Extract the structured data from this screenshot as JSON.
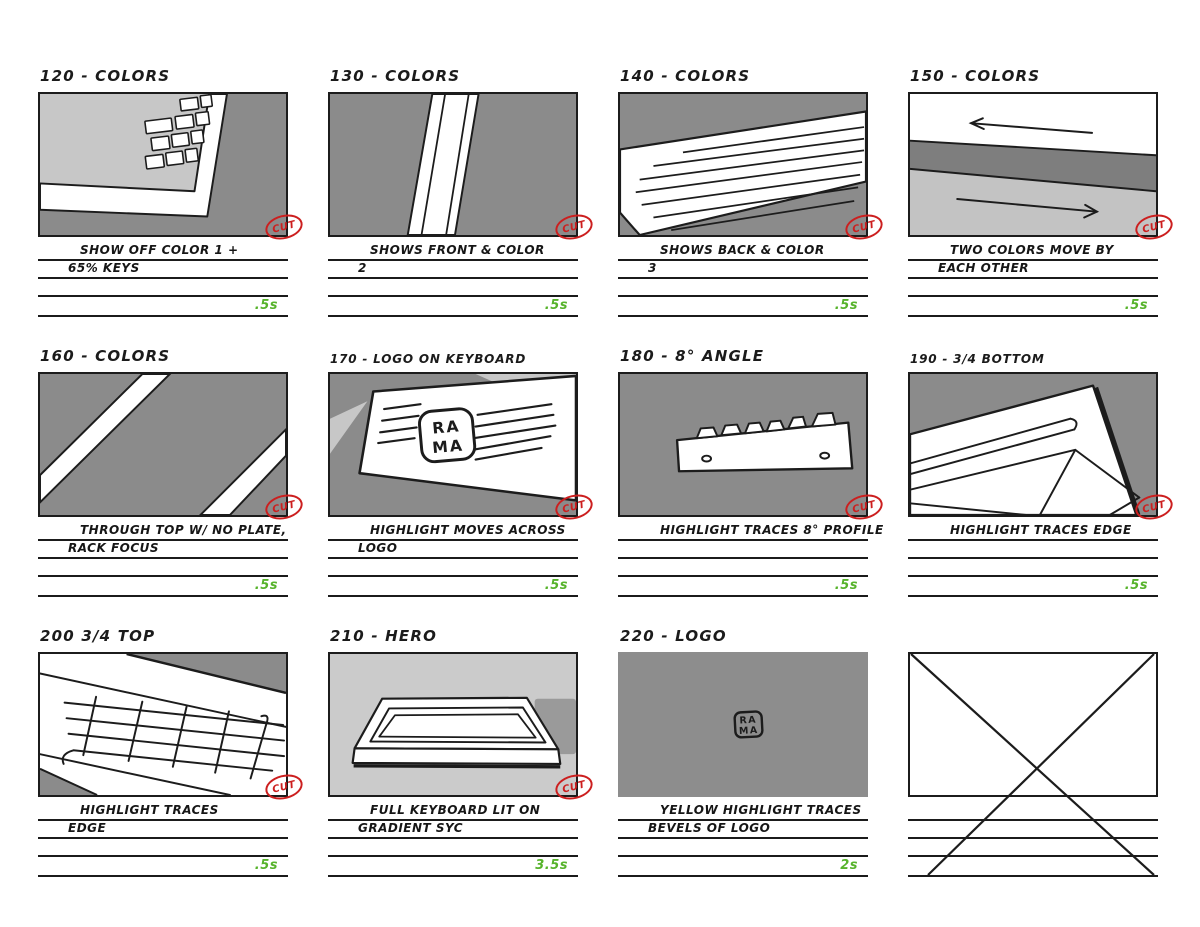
{
  "cut_label": "CUT",
  "logo": {
    "line1": "RA",
    "line2": "MA"
  },
  "colors": {
    "ink": "#1c1c1c",
    "paper": "#ffffff",
    "gray_dark": "#8b8b8b",
    "gray_mid": "#7e7e7e",
    "gray_light": "#c7c7c7",
    "hero_bg": "#cbcbcb",
    "shadow_gray": "#9a9a9a",
    "stamp_red": "#cc1f1f",
    "duration_green": "#56b32b"
  },
  "panels": [
    {
      "title": "120  - COLORS",
      "caption1": "SHOW OFF COLOR 1 +",
      "caption2": "65% KEYS",
      "duration": ".5s",
      "cut": true,
      "sketch": "keyboard-corner-keys"
    },
    {
      "title": "130  -  COLORS",
      "caption1": "SHOWS FRONT & COLOR",
      "caption2": "2",
      "duration": ".5s",
      "cut": true,
      "sketch": "front-edge-stripe"
    },
    {
      "title": "140 - COLORS",
      "caption1": "SHOWS BACK & COLOR",
      "caption2": "3",
      "duration": ".5s",
      "cut": true,
      "sketch": "back-diagonal-lines"
    },
    {
      "title": "150  - COLORS",
      "caption1": "TWO COLORS MOVE BY",
      "caption2": "EACH OTHER",
      "duration": ".5s",
      "cut": true,
      "sketch": "two-bands-arrows"
    },
    {
      "title": "160   - COLORS",
      "caption1": "THROUGH TOP  W/ NO PLATE,",
      "caption2": "RACK FOCUS",
      "duration": ".5s",
      "cut": true,
      "sketch": "two-diagonal-stripes"
    },
    {
      "title": "170 - LOGO ON KEYBOARD",
      "caption1": "HIGHLIGHT MOVES ACROSS",
      "caption2": "LOGO",
      "duration": ".5s",
      "cut": true,
      "sketch": "rama-logo-plate"
    },
    {
      "title": "180 - 8° ANGLE",
      "caption1": "HIGHLIGHT TRACES 8° PROFILE",
      "caption2": "",
      "duration": ".5s",
      "cut": true,
      "sketch": "side-profile-8deg"
    },
    {
      "title": "190 - 3/4 BOTTOM",
      "caption1": "HIGHLIGHT TRACES EDGE",
      "caption2": "",
      "duration": ".5s",
      "cut": true,
      "sketch": "three-quarter-bottom"
    },
    {
      "title": "200 3/4 TOP",
      "caption1": "HIGHLIGHT TRACES",
      "caption2": "EDGE",
      "duration": ".5s",
      "cut": true,
      "sketch": "three-quarter-top-grid"
    },
    {
      "title": "210 - HERO",
      "caption1": "FULL KEYBOARD LIT ON",
      "caption2": "GRADIENT SYC",
      "duration": "3.5s",
      "cut": true,
      "sketch": "hero-tray"
    },
    {
      "title": "220 - LOGO",
      "caption1": "YELLOW HIGHLIGHT TRACES",
      "caption2": "BEVELS OF LOGO",
      "duration": "2s",
      "cut": false,
      "sketch": "logo-on-gray"
    },
    {
      "title": "",
      "caption1": "",
      "caption2": "",
      "duration": "",
      "cut": false,
      "sketch": "crossed-out-empty"
    }
  ]
}
